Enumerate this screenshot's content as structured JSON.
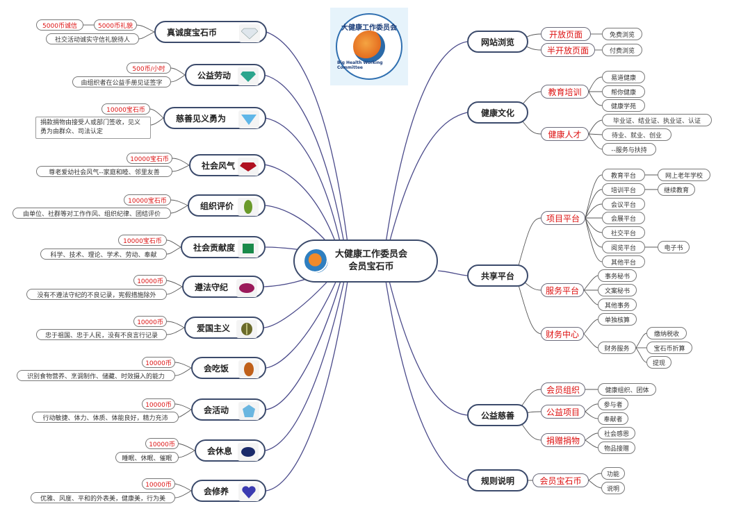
{
  "center": {
    "line1": "大健康工作委员会",
    "line2": "会员宝石币"
  },
  "logo": {
    "text": "大健康工作委员会",
    "subtext": "Big Health Working Committee"
  },
  "left": [
    {
      "label": "真诚度宝石币",
      "gem_icon": "diamond-gem-icon",
      "gem_color": "#cfd8e0",
      "vals": [
        "5000币诚信",
        "5000币礼貌"
      ],
      "desc": "社交活动诚实守信礼貌待人"
    },
    {
      "label": "公益劳动",
      "gem_icon": "emerald-gem-icon",
      "gem_color": "#2ca58d",
      "vals": [
        "500币/小时"
      ],
      "desc": "由组织者在公益手册见证签字"
    },
    {
      "label": "慈善见义勇为",
      "gem_icon": "aquamarine-gem-icon",
      "gem_color": "#5fb6e8",
      "vals": [
        "10000宝石币"
      ],
      "desc": "捐款捐物由接受人或部门签收，见义勇为由群众、司法认定"
    },
    {
      "label": "社会风气",
      "gem_icon": "ruby-gem-icon",
      "gem_color": "#b01020",
      "vals": [
        "10000宝石币"
      ],
      "desc": "尊老爱幼社会风气--家庭和睦、邻里友善"
    },
    {
      "label": "组织评价",
      "gem_icon": "peridot-gem-icon",
      "gem_color": "#6a9a2a",
      "vals": [
        "10000宝石币"
      ],
      "desc": "由单位、社群等对工作作风、组织纪律、团结评价"
    },
    {
      "label": "社会贡献度",
      "gem_icon": "emerald-square-gem-icon",
      "gem_color": "#1a8a4a",
      "vals": [
        "10000宝石币"
      ],
      "desc": "科学、技术、理论、学术、劳动、奉献"
    },
    {
      "label": "遵法守纪",
      "gem_icon": "garnet-gem-icon",
      "gem_color": "#9a1a5a",
      "vals": [
        "10000币"
      ],
      "desc": "没有不遵法守纪的不良记录，宪假措施除外"
    },
    {
      "label": "爱国主义",
      "gem_icon": "cats-eye-gem-icon",
      "gem_color": "#6a6a2a",
      "vals": [
        "10000币"
      ],
      "desc": "忠于祖国、忠于人民，没有不良言行记录"
    },
    {
      "label": "会吃饭",
      "gem_icon": "opal-gem-icon",
      "gem_color": "#c0601a",
      "vals": [
        "10000币"
      ],
      "desc": "识别食物营养、烹调制作、储藏、时效摄入的能力"
    },
    {
      "label": "会活动",
      "gem_icon": "topaz-gem-icon",
      "gem_color": "#6ab6e0",
      "vals": [
        "10000币"
      ],
      "desc": "行动敏捷、体力、体质、体能良好，精力充沛"
    },
    {
      "label": "会休息",
      "gem_icon": "sapphire-gem-icon",
      "gem_color": "#1a2a6a",
      "vals": [
        "10000币"
      ],
      "desc": "睡眠、休眠、催眠"
    },
    {
      "label": "会修养",
      "gem_icon": "heart-sapphire-gem-icon",
      "gem_color": "#3a3ab0",
      "vals": [
        "10000币"
      ],
      "desc": "优雅、风度、平和的外表美，健康美，行为美"
    }
  ],
  "right": [
    {
      "label": "网站浏览",
      "children": [
        {
          "label": "开放页面",
          "leaves": [
            "免费浏览"
          ]
        },
        {
          "label": "半开放页面",
          "leaves": [
            "付费浏览"
          ]
        }
      ]
    },
    {
      "label": "健康文化",
      "children": [
        {
          "label": "教育培训",
          "leaves": [
            "易道健康",
            "帮你健康",
            "健康学苑"
          ]
        },
        {
          "label": "健康人才",
          "leaves": [
            "毕业证、结业证、执业证、认证",
            "待业、就业、创业",
            "--服务与扶持"
          ]
        }
      ]
    },
    {
      "label": "共享平台",
      "children": [
        {
          "label": "项目平台",
          "leaves": [
            "教育平台",
            "培训平台",
            "会议平台",
            "会展平台",
            "社交平台",
            "阅览平台",
            "其他平台"
          ],
          "extras": [
            "网上老年学校",
            "继续教育",
            "电子书"
          ]
        },
        {
          "label": "服务平台",
          "leaves": [
            "事务秘书",
            "文案秘书",
            "其他事务"
          ]
        },
        {
          "label": "财务中心",
          "leaves": [
            "单独核算",
            "财务服务"
          ],
          "extras": [
            "缴纳税收",
            "宝石币折算",
            "提现"
          ]
        }
      ]
    },
    {
      "label": "公益慈善",
      "children": [
        {
          "label": "会员组织",
          "leaves": [
            "健康组织、团体"
          ]
        },
        {
          "label": "公益项目",
          "leaves": [
            "参与者",
            "奉献者"
          ]
        },
        {
          "label": "捐赠捐物",
          "leaves": [
            "社会感恩",
            "物品接赠"
          ]
        }
      ]
    },
    {
      "label": "规则说明",
      "children": [
        {
          "label": "会员宝石币",
          "leaves": [
            "功能",
            "说明"
          ]
        }
      ]
    }
  ]
}
